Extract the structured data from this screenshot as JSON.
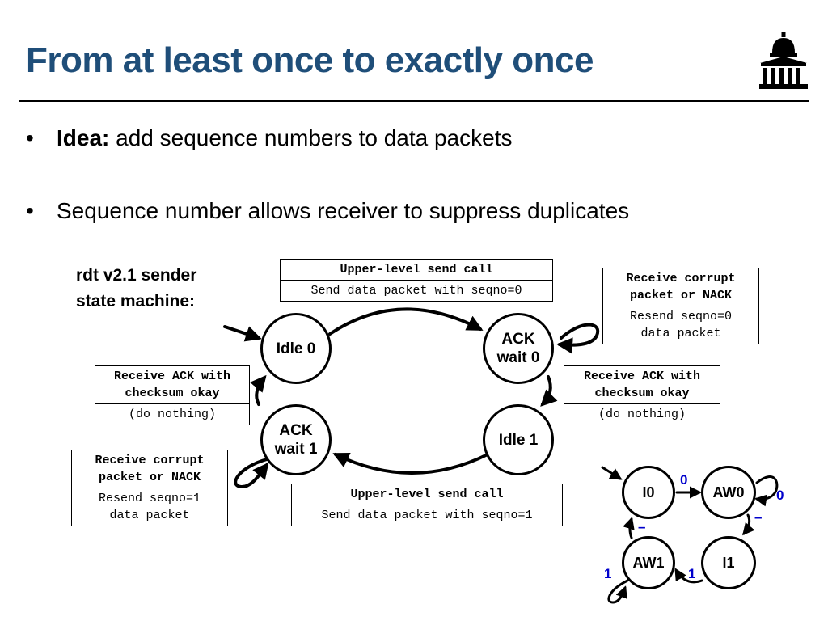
{
  "title": "From at least once to exactly once",
  "bullets": [
    {
      "strong": "Idea:",
      "text": " add sequence numbers to data packets"
    },
    {
      "strong": "",
      "text": "Sequence number allows receiver to suppress duplicates"
    }
  ],
  "caption": "rdt v2.1 sender\nstate machine:",
  "states": {
    "idle0": "Idle 0",
    "ackwait0": "ACK\nwait 0",
    "idle1": "Idle 1",
    "ackwait1": "ACK\nwait 1"
  },
  "boxes": {
    "send0": {
      "trigger": "Upper-level send call",
      "action": "Send data packet with seqno=0"
    },
    "resend0": {
      "trigger": "Receive corrupt\npacket or NACK",
      "action": "Resend seqno=0\ndata packet"
    },
    "ack0": {
      "trigger": "Receive ACK with\nchecksum okay",
      "action": "(do nothing)"
    },
    "ack1": {
      "trigger": "Receive ACK with\nchecksum okay",
      "action": "(do nothing)"
    },
    "resend1": {
      "trigger": "Receive corrupt\npacket or NACK",
      "action": "Resend seqno=1\ndata packet"
    },
    "send1": {
      "trigger": "Upper-level send call",
      "action": "Send data packet with seqno=1"
    }
  },
  "mini": {
    "states": {
      "i0": "I0",
      "aw0": "AW0",
      "i1": "I1",
      "aw1": "AW1"
    },
    "labels": {
      "i0_aw0": "0",
      "aw0_self": "0",
      "aw0_i1": "–",
      "i1_aw1": "1",
      "aw1_self": "1",
      "aw1_i0": "–"
    },
    "label_color": "#0000cc"
  },
  "colors": {
    "title": "#1f4e79",
    "accent": "#0000cc"
  }
}
